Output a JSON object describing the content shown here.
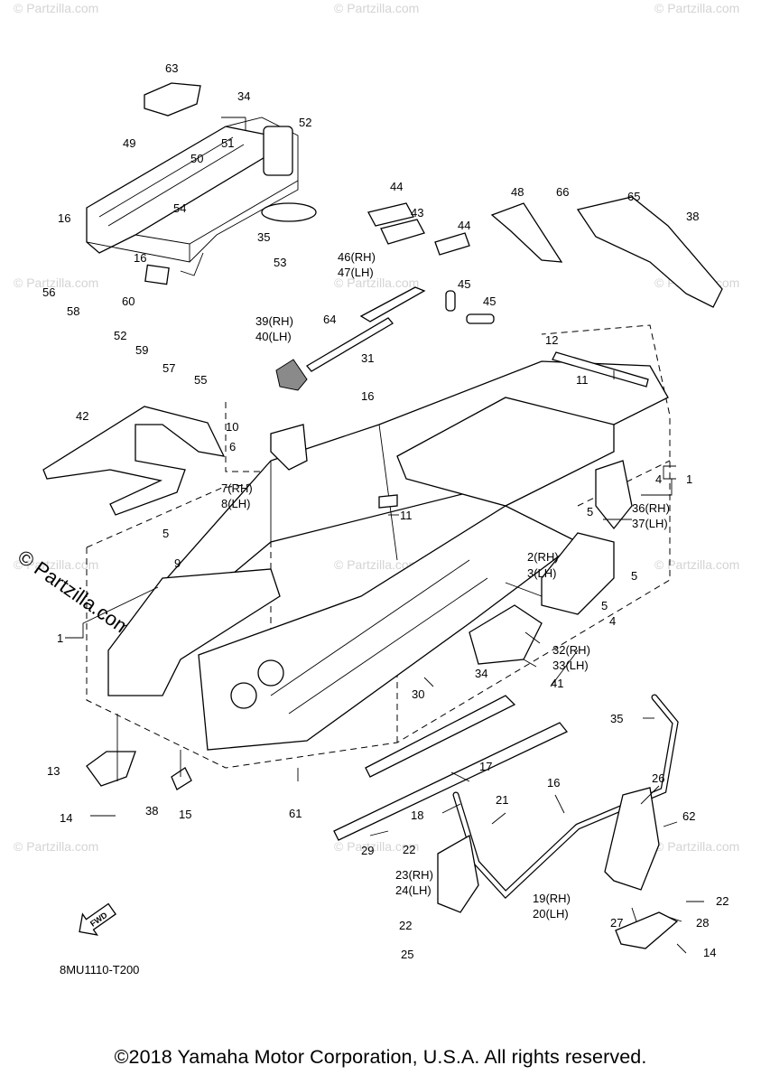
{
  "watermark": {
    "text": "© Partzilla.com",
    "side_text": "© Partzilla.com"
  },
  "diagram_code": "8MU1110-T200",
  "fwd_label": "FWD",
  "copyright": "©2018 Yamaha Motor Corporation, U.S.A. All rights reserved.",
  "part_labels": {
    "p1a": "1",
    "p1b": "1",
    "p2": "2(RH)",
    "p3": "3(LH)",
    "p4a": "4",
    "p4b": "4",
    "p5a": "5",
    "p5b": "5",
    "p5c": "5",
    "p5d": "5",
    "p6": "6",
    "p7": "7(RH)",
    "p8": "8(LH)",
    "p9": "9",
    "p10": "10",
    "p11a": "11",
    "p11b": "11",
    "p12": "12",
    "p13": "13",
    "p14a": "14",
    "p14b": "14",
    "p15": "15",
    "p16a": "16",
    "p16b": "16",
    "p16c": "16",
    "p16d": "16",
    "p17": "17",
    "p18": "18",
    "p19": "19(RH)",
    "p20": "20(LH)",
    "p21": "21",
    "p22a": "22",
    "p22b": "22",
    "p22c": "22",
    "p23": "23(RH)",
    "p24": "24(LH)",
    "p25": "25",
    "p26": "26",
    "p27": "27",
    "p28": "28",
    "p29": "29",
    "p30": "30",
    "p31": "31",
    "p32": "32(RH)",
    "p33": "33(LH)",
    "p34a": "34",
    "p34b": "34",
    "p35a": "35",
    "p35b": "35",
    "p36": "36(RH)",
    "p37": "37(LH)",
    "p38a": "38",
    "p38b": "38",
    "p39": "39(RH)",
    "p40": "40(LH)",
    "p41": "41",
    "p42": "42",
    "p43": "43",
    "p44a": "44",
    "p44b": "44",
    "p45a": "45",
    "p45b": "45",
    "p46": "46(RH)",
    "p47": "47(LH)",
    "p48": "48",
    "p49": "49",
    "p50": "50",
    "p51": "51",
    "p52a": "52",
    "p52b": "52",
    "p53": "53",
    "p54": "54",
    "p55": "55",
    "p56": "56",
    "p57": "57",
    "p58": "58",
    "p59": "59",
    "p60": "60",
    "p61": "61",
    "p62": "62",
    "p63": "63",
    "p64": "64",
    "p65": "65",
    "p66": "66"
  }
}
